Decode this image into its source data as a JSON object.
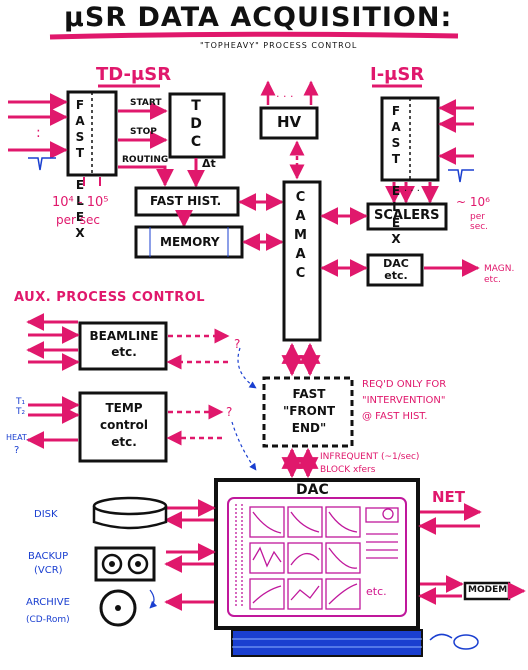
{
  "title": "μSR DATA ACQUISITION:",
  "subtitle": "\"TOPHEAVY\" PROCESS CONTROL",
  "sections": {
    "td_musr": "TD-μSR",
    "i_musr": "I-μSR",
    "aux": "AUX. PROCESS CONTROL"
  },
  "boxes": {
    "fast_elex_left": "FAST ELEX",
    "tdc": "TDC",
    "hv": "HV",
    "fast_elex_right": "FAST ELEX",
    "fast_hist": "FAST HIST.",
    "memory": "MEMORY",
    "camac": "CAMAC",
    "scalers": "SCALERS",
    "dac_etc": "DAC etc.",
    "beamline": "BEAMLINE etc.",
    "temp": "TEMP control etc.",
    "front_end": "FAST \"FRONT END\"",
    "dac_main": "DAC",
    "modem": "MODEM"
  },
  "labels": {
    "start": "START",
    "stop": "STOP",
    "routing": "ROUTING",
    "delta_t": "Δt",
    "rate_left": "10⁴ - 10⁵",
    "per_sec_left": "per sec",
    "rate_right": "~ 10⁶",
    "per_sec_right": "per sec.",
    "magn": "MAGN. etc.",
    "reqd": "REQ'D ONLY FOR",
    "intervention": "\"INTERVENTION\"",
    "at_fast_hist": "@ FAST HIST.",
    "infrequent": "INFREQUENT (~1/sec)",
    "block_xfers": "BLOCK xfers",
    "net": "NET",
    "disk": "DISK",
    "backup": "BACKUP",
    "vcr": "(VCR)",
    "archive": "ARCHIVE",
    "cdrom": "(CD-Rom)",
    "t1": "T₁",
    "t2": "T₂",
    "heat": "HEAT.",
    "q1": "?",
    "q2": "?",
    "q3": "?",
    "dots": ". . .",
    "colon_dots": ":",
    "etc_screen": "etc."
  },
  "colors": {
    "ink": "#111111",
    "arrow": "#e0186c",
    "heading": "#e0186c",
    "note": "#1a3fd0",
    "screen": "#c0189c"
  }
}
